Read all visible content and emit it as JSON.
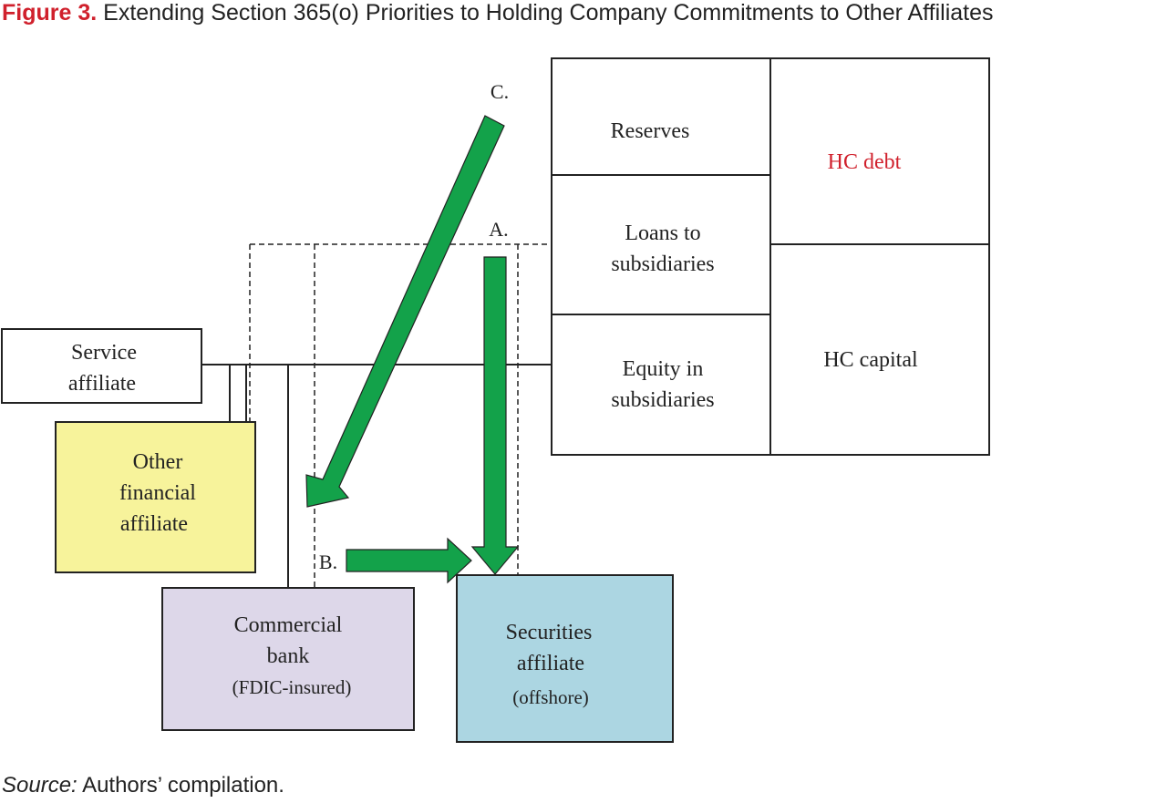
{
  "title": {
    "label": "Figure 3.",
    "text": "Extending Section 365(o) Priorities to Holding Company Commitments to Other Affiliates"
  },
  "balance_sheet": {
    "reserves": "Reserves",
    "loans_line1": "Loans to",
    "loans_line2": "subsidiaries",
    "equity_line1": "Equity in",
    "equity_line2": "subsidiaries",
    "hc_debt": "HC debt",
    "hc_capital": "HC capital"
  },
  "nodes": {
    "service": {
      "line1": "Service",
      "line2": "affiliate"
    },
    "other_financial": {
      "line1": "Other",
      "line2": "financial",
      "line3": "affiliate"
    },
    "commercial_bank": {
      "line1": "Commercial",
      "line2": "bank",
      "line3": "(FDIC-insured)"
    },
    "securities": {
      "line1": "Securities",
      "line2": "affiliate",
      "line3": "(offshore)"
    }
  },
  "arrows": {
    "a": "A.",
    "b": "B.",
    "c": "C."
  },
  "source": {
    "label": "Source:",
    "text": "Authors’ compilation."
  },
  "colors": {
    "arrow_fill": "#13a24a",
    "hc_debt_text": "#d0202c",
    "other_financial_fill": "#f7f39b",
    "commercial_bank_fill": "#ddd7e9",
    "securities_fill": "#acd6e2"
  }
}
